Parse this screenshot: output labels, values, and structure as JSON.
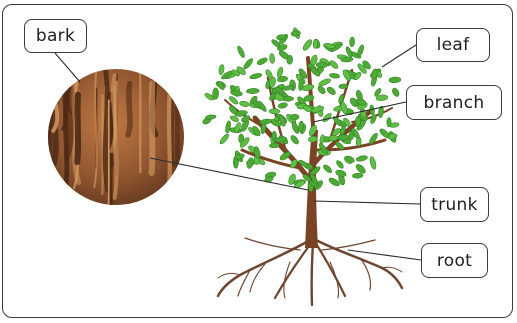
{
  "labels": {
    "bark": "bark",
    "leaf": "leaf",
    "branch": "branch",
    "trunk": "trunk",
    "root": "root"
  },
  "colors": {
    "leaf_green": "#4caa35",
    "leaf_dark": "#2f7a22",
    "trunk_brown": "#7a4424",
    "root_brown": "#6e4530",
    "bark_brown": "#9a5e34",
    "outline": "#3a3a3a"
  }
}
